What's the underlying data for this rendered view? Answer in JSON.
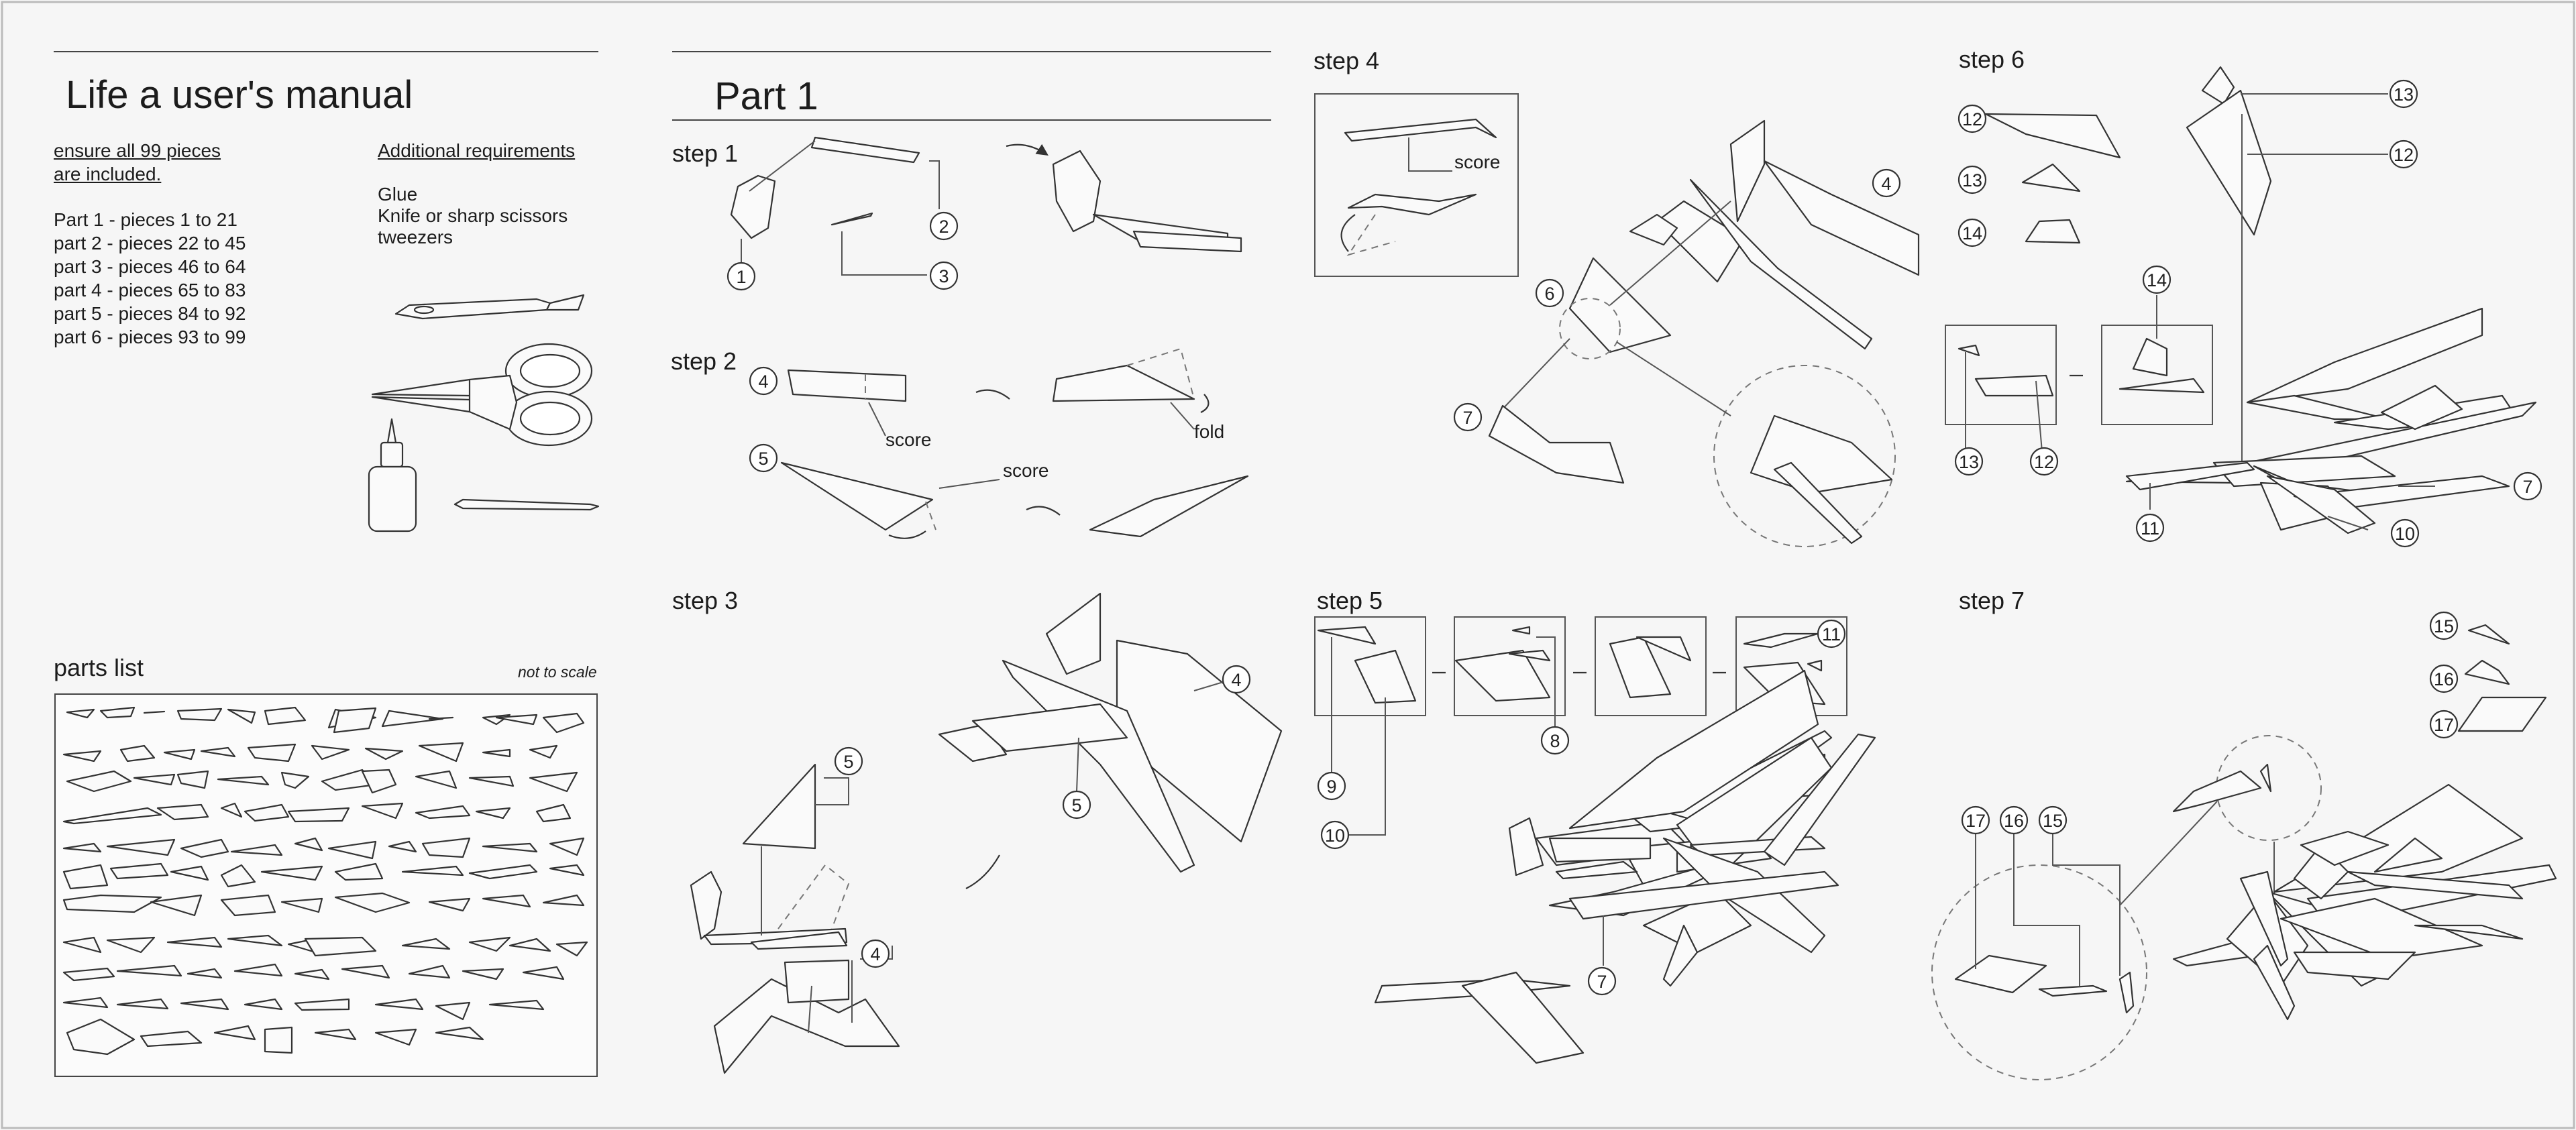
{
  "title": "Life a user's manual",
  "checklist": {
    "heading_line1": "ensure all 99 pieces",
    "heading_line2": "are included.",
    "parts": [
      "Part 1 - pieces 1 to 21",
      "part 2 - pieces 22 to 45",
      "part 3 - pieces 46 to 64",
      "part 4 - pieces 65 to 83",
      "part 5 - pieces 84 to 92",
      "part 6 - pieces 93 to 99"
    ]
  },
  "requirements": {
    "heading": "Additional requirements",
    "items": [
      "Glue",
      "Knife or sharp scissors",
      "tweezers"
    ]
  },
  "parts_list": {
    "title": "parts list",
    "note": "not to scale"
  },
  "part_title": "Part 1",
  "steps": {
    "s1": "step 1",
    "s2": "step 2",
    "s3": "step 3",
    "s4": "step 4",
    "s5": "step 5",
    "s6": "step 6",
    "s7": "step 7"
  },
  "annotations": {
    "score": "score",
    "fold": "fold"
  },
  "piece_numbers": {
    "s1": [
      "1",
      "2",
      "3"
    ],
    "s2": [
      "4",
      "5"
    ],
    "s3": [
      "5",
      "5",
      "4",
      "4"
    ],
    "s4": [
      "4",
      "6",
      "7"
    ],
    "s5": [
      "9",
      "10",
      "8",
      "11",
      "7"
    ],
    "s6": [
      "12",
      "13",
      "14",
      "14",
      "13",
      "12",
      "13",
      "12",
      "11",
      "10",
      "7"
    ],
    "s7": [
      "15",
      "16",
      "17",
      "17",
      "16",
      "15"
    ]
  }
}
